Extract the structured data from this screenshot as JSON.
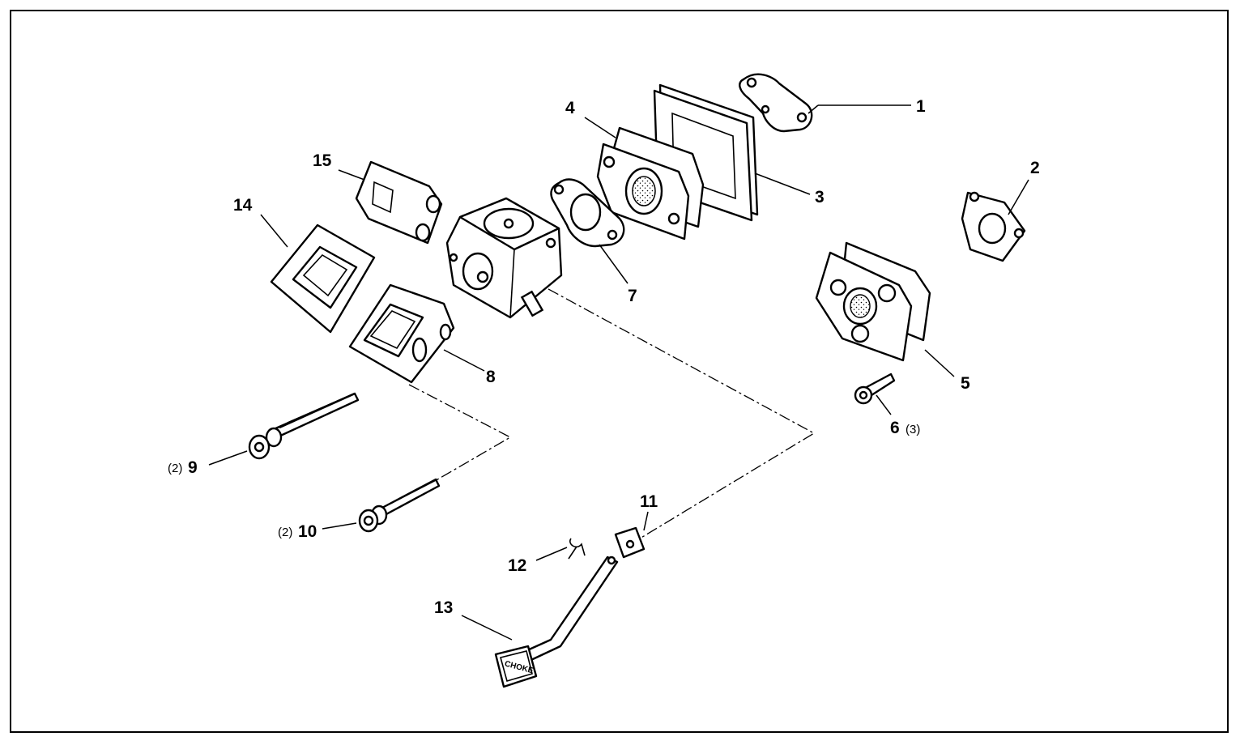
{
  "callouts": {
    "c1": {
      "num": "1"
    },
    "c2": {
      "num": "2"
    },
    "c3": {
      "num": "3"
    },
    "c4": {
      "num": "4"
    },
    "c5": {
      "num": "5"
    },
    "c6": {
      "num": "6",
      "qty": "(3)"
    },
    "c7": {
      "num": "7"
    },
    "c8": {
      "num": "8"
    },
    "c9": {
      "num": "9",
      "qty": "(2)"
    },
    "c10": {
      "num": "10",
      "qty": "(2)"
    },
    "c11": {
      "num": "11"
    },
    "c12": {
      "num": "12"
    },
    "c13": {
      "num": "13"
    },
    "c14": {
      "num": "14"
    },
    "c15": {
      "num": "15"
    }
  },
  "choke_knob": {
    "text": "CHOKE"
  }
}
